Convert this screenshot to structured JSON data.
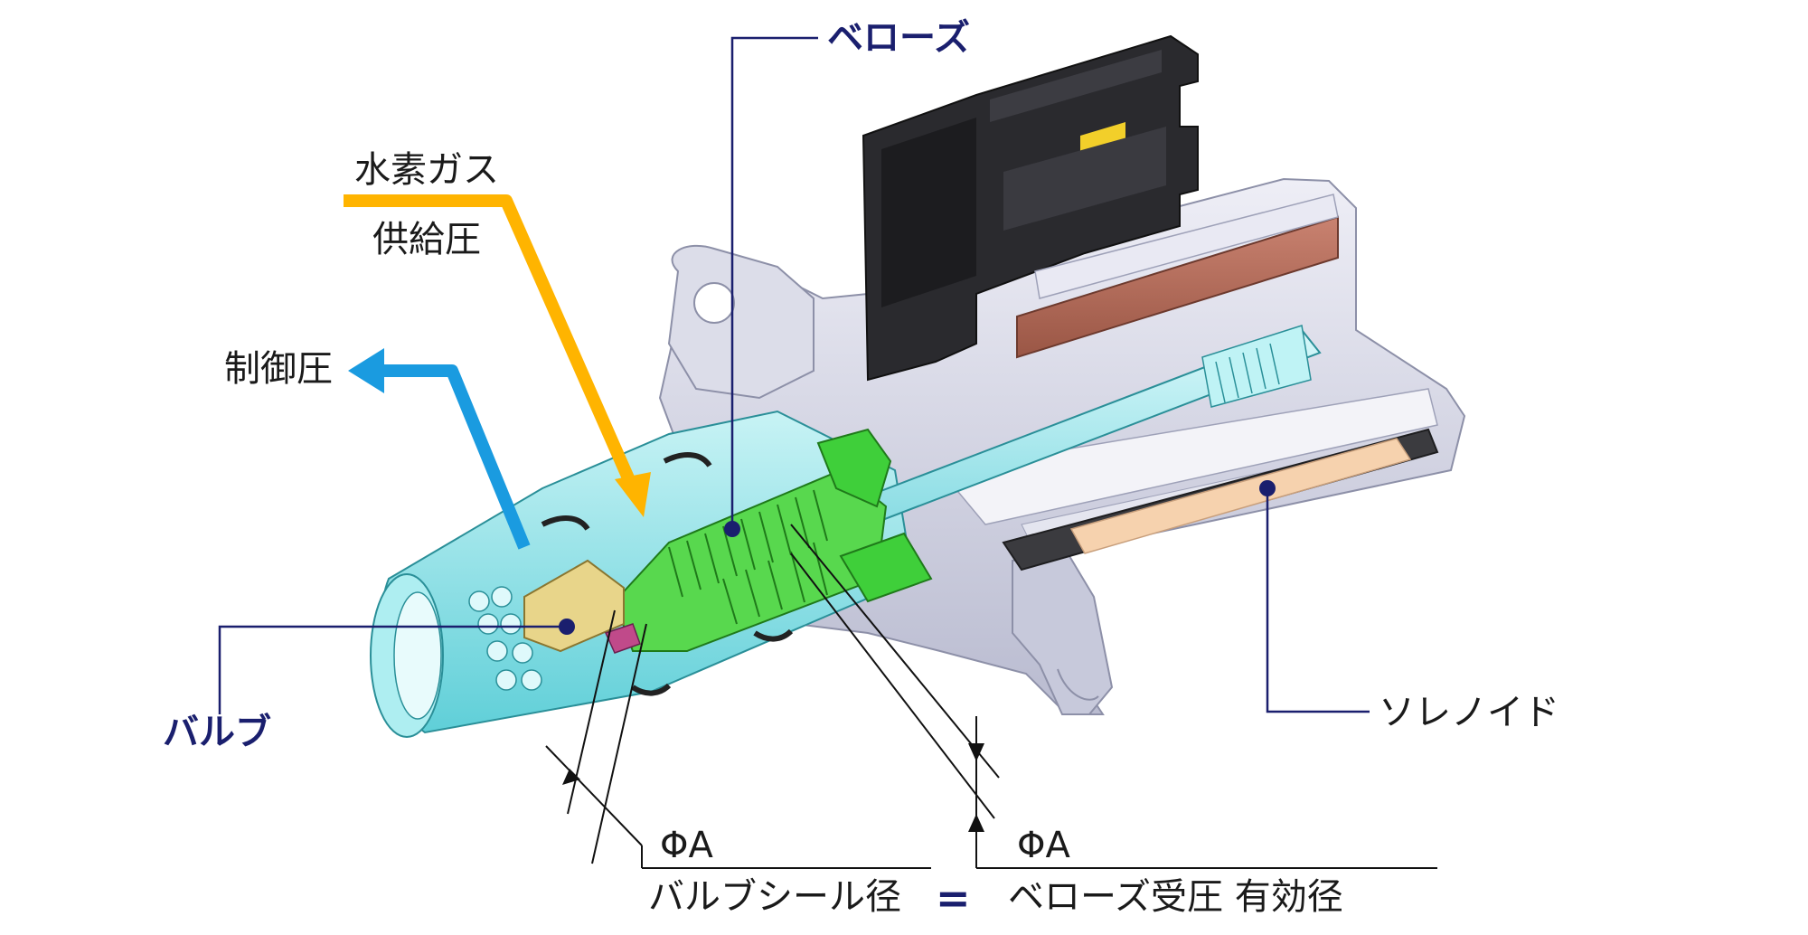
{
  "labels": {
    "hydrogen_line1": "水素ガス",
    "hydrogen_line2": "供給圧",
    "control_pressure": "制御圧",
    "bellows": "ベローズ",
    "valve": "バルブ",
    "solenoid": "ソレノイド",
    "phi_a_left": "ΦA",
    "phi_a_right": "ΦA",
    "valve_seal_dia": "バルブシール径",
    "equals": "=",
    "bellows_effective_dia": "ベローズ受圧 有効径"
  },
  "colors": {
    "supply_arrow": "#ffb400",
    "control_arrow": "#1a9be0",
    "callout_navy": "#1a1f6e",
    "housing_gray": "#cfd0e0",
    "nozzle_cyan": "#7fe0e6",
    "bellows_green": "#3fcf3a",
    "coil_copper": "#b36a58",
    "connector_black": "#2a2a2a",
    "magnet_tan": "#f6d2ae",
    "valve_gold": "#e8d58a"
  },
  "icons": [
    "arrow-right-down-icon",
    "arrow-left-icon",
    "callout-dot-icon"
  ]
}
